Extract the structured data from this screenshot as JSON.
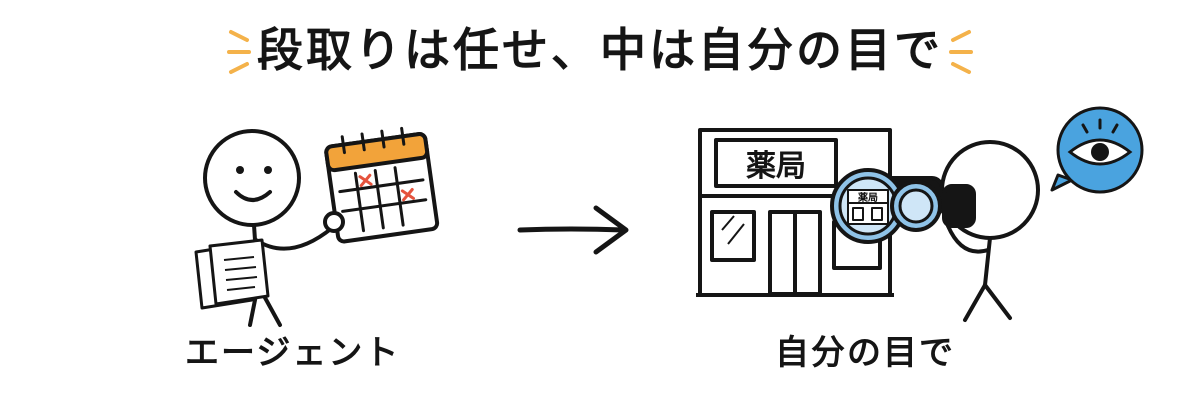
{
  "title": "段取りは任せ、中は自分の目で",
  "left": {
    "caption": "エージェント"
  },
  "right": {
    "caption": "自分の目で",
    "sign_text": "薬局",
    "mini_sign_text": "薬局"
  },
  "colors": {
    "ink": "#151515",
    "accent_orange": "#f4b24a",
    "calendar_orange": "#f2a33a",
    "x_mark": "#e5533d",
    "lens_blue": "#8fc3e8",
    "bubble_blue": "#4aa3df"
  }
}
